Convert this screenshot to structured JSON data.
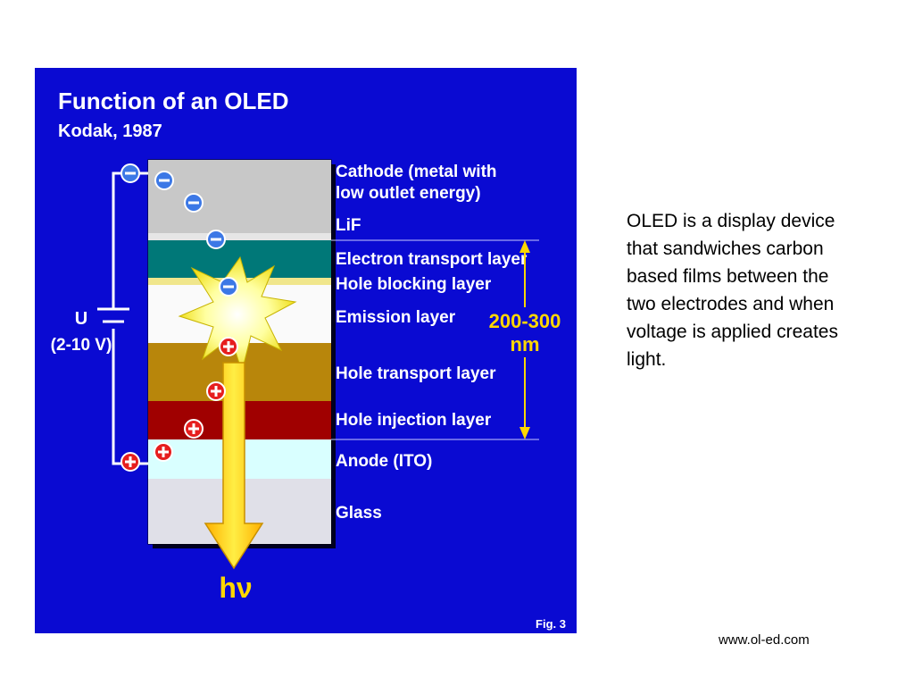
{
  "figure": {
    "title": "Function of an OLED",
    "subtitle": "Kodak, 1987",
    "voltage_symbol": "U",
    "voltage_range": "(2-10 V)",
    "thickness_label_line1": "200-300",
    "thickness_label_line2": "nm",
    "photon_label": "hν",
    "fig_number": "Fig. 3",
    "layers": [
      {
        "label_line1": "Cathode (metal with",
        "label_line2": "low outlet energy)",
        "color": "#c8c8c8"
      },
      {
        "label_line1": "LiF",
        "label_line2": "",
        "color": "#e6e6e6"
      },
      {
        "label_line1": "Electron transport layer",
        "label_line2": "",
        "color": "#007878"
      },
      {
        "label_line1": "Hole blocking layer",
        "label_line2": "",
        "color": "#f0e68c"
      },
      {
        "label_line1": "Emission layer",
        "label_line2": "",
        "color": "#fafafa"
      },
      {
        "label_line1": "Hole transport layer",
        "label_line2": "",
        "color": "#b8860b"
      },
      {
        "label_line1": "Hole injection layer",
        "label_line2": "",
        "color": "#a00000"
      },
      {
        "label_line1": "Anode (ITO)",
        "label_line2": "",
        "color": "#d9ffff"
      },
      {
        "label_line1": "Glass",
        "label_line2": "",
        "color": "#e0e0e8"
      }
    ],
    "colors": {
      "background": "#0a0ad2",
      "electron": "#3c78e6",
      "hole": "#e61e1e",
      "arrow": "#ffd700",
      "bracket": "#ffd700",
      "text": "#ffffff",
      "thickness_text": "#ffd700"
    },
    "charge_icons": {
      "electron": "minus-sign",
      "hole": "plus-sign"
    }
  },
  "description": "OLED is a display device that sandwiches carbon based films between the two electrodes and when voltage is applied creates light.",
  "source": "www.ol-ed.com"
}
